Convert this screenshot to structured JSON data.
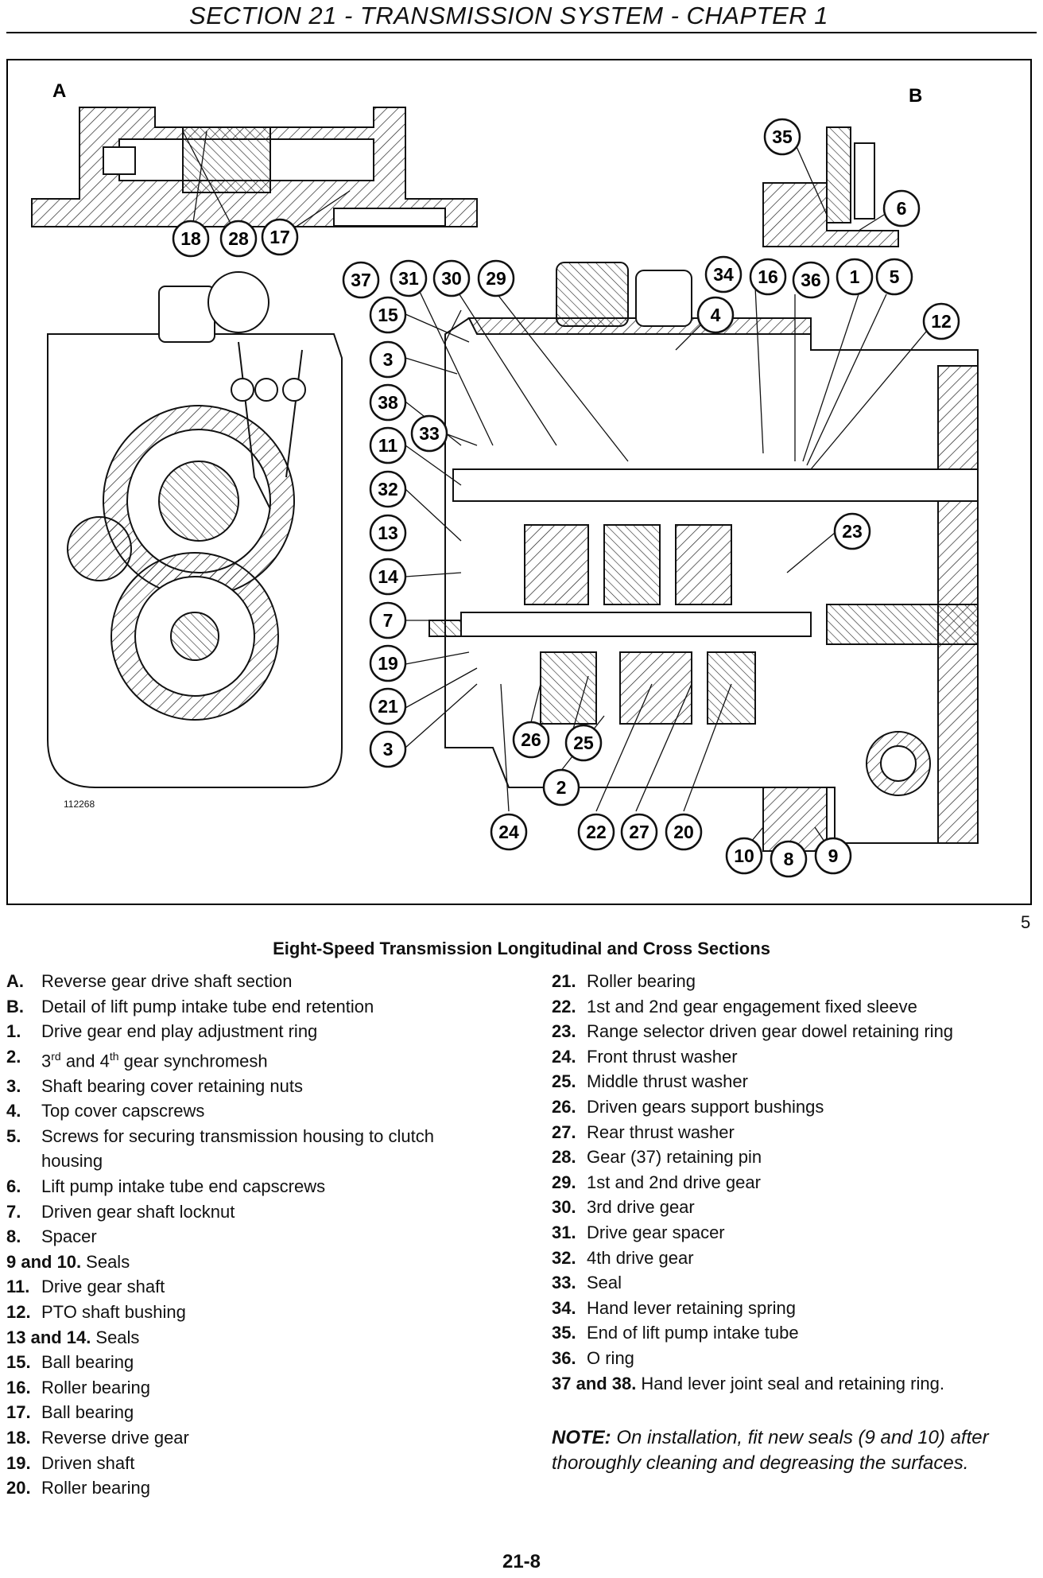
{
  "header": {
    "title": "SECTION 21 - TRANSMISSION SYSTEM - CHAPTER 1"
  },
  "figure": {
    "view_labels": [
      "A",
      "B"
    ],
    "drawing_code": "112268",
    "callouts": [
      "18",
      "28",
      "17",
      "37",
      "31",
      "30",
      "29",
      "34",
      "16",
      "36",
      "1",
      "5",
      "35",
      "6",
      "12",
      "15",
      "4",
      "3",
      "38",
      "11",
      "33",
      "32",
      "13",
      "23",
      "14",
      "7",
      "19",
      "21",
      "3",
      "26",
      "25",
      "2",
      "24",
      "22",
      "27",
      "20",
      "10",
      "8",
      "9"
    ],
    "figure_number": "5"
  },
  "caption": "Eight-Speed Transmission Longitudinal and Cross Sections",
  "legend_left": [
    {
      "key": "A.",
      "text": "Reverse gear drive shaft section"
    },
    {
      "key": "B.",
      "text": "Detail of lift pump intake tube end retention"
    },
    {
      "key": "1.",
      "text": "Drive gear end play adjustment ring"
    },
    {
      "key": "2.",
      "text": "3rd and 4th gear synchromesh"
    },
    {
      "key": "3.",
      "text": "Shaft bearing cover retaining nuts"
    },
    {
      "key": "4.",
      "text": "Top cover capscrews"
    },
    {
      "key": "5.",
      "text": "Screws for securing transmission housing to clutch housing"
    },
    {
      "key": "6.",
      "text": "Lift pump intake tube end capscrews"
    },
    {
      "key": "7.",
      "text": "Driven gear shaft locknut"
    },
    {
      "key": "8.",
      "text": "Spacer"
    },
    {
      "key": "9 and 10.",
      "text": "Seals"
    },
    {
      "key": "11.",
      "text": "Drive gear shaft"
    },
    {
      "key": "12.",
      "text": "PTO shaft bushing"
    },
    {
      "key": "13 and 14.",
      "text": "Seals"
    },
    {
      "key": "15.",
      "text": "Ball bearing"
    },
    {
      "key": "16.",
      "text": "Roller bearing"
    },
    {
      "key": "17.",
      "text": "Ball bearing"
    },
    {
      "key": "18.",
      "text": "Reverse drive gear"
    },
    {
      "key": "19.",
      "text": "Driven shaft"
    },
    {
      "key": "20.",
      "text": "Roller bearing"
    }
  ],
  "legend_right": [
    {
      "key": "21.",
      "text": "Roller bearing"
    },
    {
      "key": "22.",
      "text": "1st and 2nd gear engagement fixed sleeve"
    },
    {
      "key": "23.",
      "text": "Range selector driven gear dowel retaining ring"
    },
    {
      "key": "24.",
      "text": "Front thrust washer"
    },
    {
      "key": "25.",
      "text": "Middle thrust washer"
    },
    {
      "key": "26.",
      "text": "Driven gears support bushings"
    },
    {
      "key": "27.",
      "text": "Rear thrust washer"
    },
    {
      "key": "28.",
      "text": "Gear (37) retaining pin"
    },
    {
      "key": "29.",
      "text": "1st and 2nd drive gear"
    },
    {
      "key": "30.",
      "text": "3rd drive gear"
    },
    {
      "key": "31.",
      "text": "Drive gear spacer"
    },
    {
      "key": "32.",
      "text": "4th drive gear"
    },
    {
      "key": "33.",
      "text": "Seal"
    },
    {
      "key": "34.",
      "text": "Hand lever retaining spring"
    },
    {
      "key": "35.",
      "text": "End of lift pump intake tube"
    },
    {
      "key": "36.",
      "text": "O ring"
    },
    {
      "key": "37 and 38.",
      "text": "Hand lever joint seal and retaining ring."
    }
  ],
  "note": {
    "label": "NOTE:",
    "text": "On installation, fit new seals (9 and 10) after thoroughly cleaning and degreasing the surfaces."
  },
  "footer": {
    "page": "21-8"
  }
}
